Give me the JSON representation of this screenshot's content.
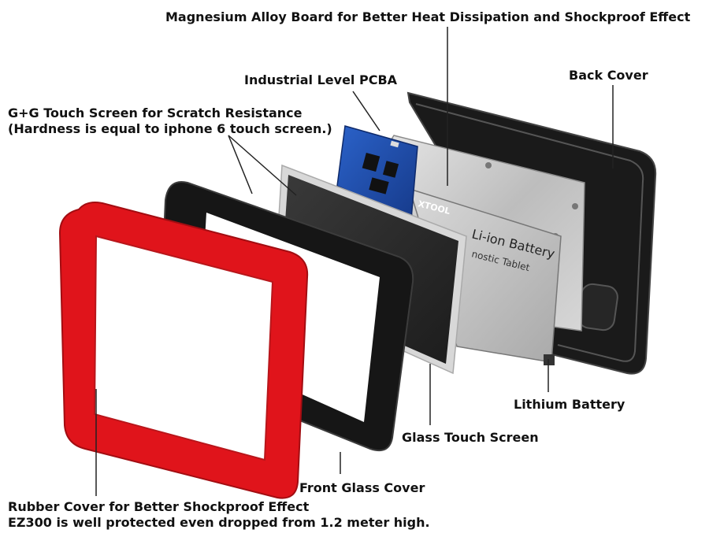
{
  "labels": {
    "magnesium": "Magnesium Alloy Board for Better Heat Dissipation and Shockproof Effect",
    "pcba": "Industrial Level PCBA",
    "back_cover": "Back Cover",
    "touch_line1": "G+G Touch Screen for Scratch Resistance",
    "touch_line2": "(Hardness is equal to iphone 6 touch screen.)",
    "battery": "Lithium Battery",
    "glass_touch": "Glass Touch Screen",
    "front_glass": "Front Glass Cover",
    "rubber_line1": "Rubber Cover for Better Shockproof Effect",
    "rubber_line2": "EZ300 is well protected even dropped from 1.2 meter high."
  },
  "device_print": {
    "brand": "XTOOL",
    "battery_title": "Li-ion Battery",
    "battery_sub": "nostic Tablet"
  },
  "colors": {
    "rubber_red": "#e0141b",
    "frame_black": "#151515",
    "pcb_blue": "#1f4fb0",
    "board_silver": "#c9c9c9"
  }
}
